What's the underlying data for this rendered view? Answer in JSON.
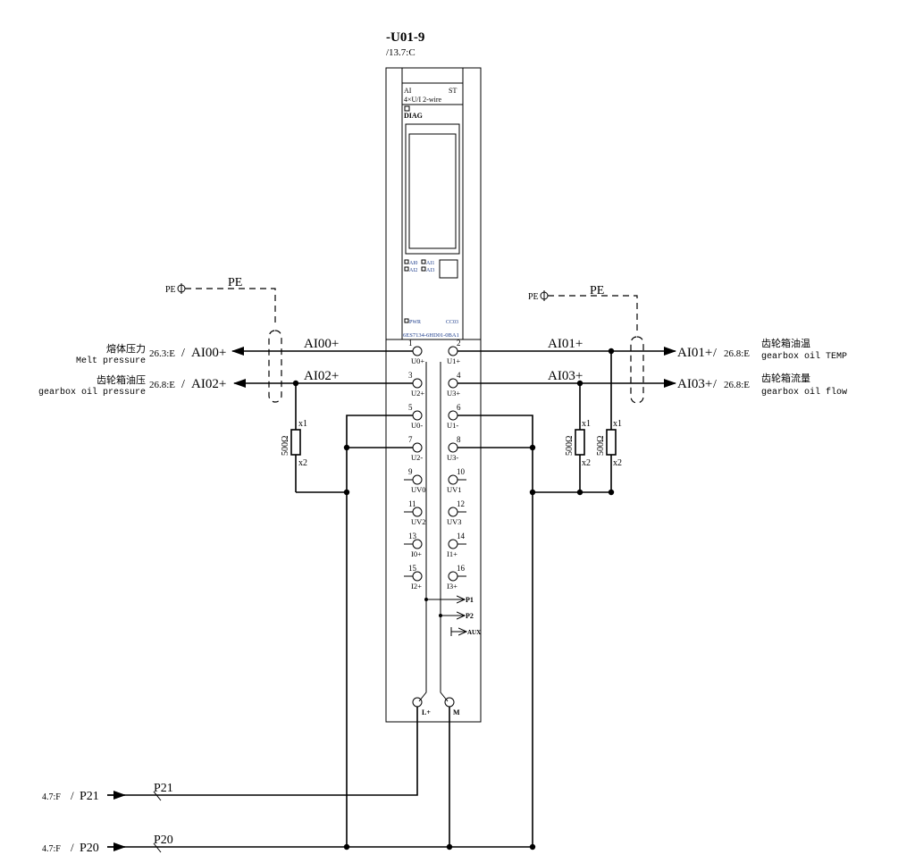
{
  "module": {
    "tag": "-U01-9",
    "ref": "/13.7:C",
    "type_line1": "AI",
    "type_line1_right": "ST",
    "type_line2": "4×U/I 2-wire",
    "diag": "DIAG",
    "leds": [
      "AI0",
      "AI1",
      "AI2",
      "AI3"
    ],
    "pwr": "PWR",
    "code": "CC03",
    "part_number": "6ES7134-6HD01-0BA1",
    "supply_left": "L+",
    "supply_right": "M",
    "bus": [
      "P1",
      "P2",
      "AUX"
    ]
  },
  "terminals": [
    {
      "num": "1",
      "label": "U0+"
    },
    {
      "num": "2",
      "label": "U1+"
    },
    {
      "num": "3",
      "label": "U2+"
    },
    {
      "num": "4",
      "label": "U3+"
    },
    {
      "num": "5",
      "label": "U0-"
    },
    {
      "num": "6",
      "label": "U1-"
    },
    {
      "num": "7",
      "label": "U2-"
    },
    {
      "num": "8",
      "label": "U3-"
    },
    {
      "num": "9",
      "label": "UV0"
    },
    {
      "num": "10",
      "label": "UV1"
    },
    {
      "num": "11",
      "label": "UV2"
    },
    {
      "num": "12",
      "label": "UV3"
    },
    {
      "num": "13",
      "label": "I0+"
    },
    {
      "num": "14",
      "label": "I1+"
    },
    {
      "num": "15",
      "label": "I2+"
    },
    {
      "num": "16",
      "label": "I3+"
    }
  ],
  "signals": {
    "ai00": {
      "wire": "AI00+",
      "ref": "26.3:E",
      "arrow": "AI00+",
      "cn": "熔体压力",
      "en": "Melt pressure"
    },
    "ai02": {
      "wire": "AI02+",
      "ref": "26.8:E",
      "arrow": "AI02+",
      "cn": "齿轮箱油压",
      "en": "gearbox oil pressure"
    },
    "ai01": {
      "wire": "AI01+",
      "ref": "26.8:E",
      "arrow": "AI01+",
      "cn": "齿轮箱油温",
      "en": "gearbox oil TEMP"
    },
    "ai03": {
      "wire": "AI03+",
      "ref": "26.8:E",
      "arrow": "AI03+",
      "cn": "齿轮箱流量",
      "en": "gearbox oil flow"
    }
  },
  "resistor": {
    "value": "500Ω",
    "x1": "x1",
    "x2": "x2"
  },
  "pe": {
    "symbol": "PE",
    "label": "PE"
  },
  "power": {
    "p21": {
      "ref": "4.7:F",
      "name": "P21",
      "wire": "P21"
    },
    "p20": {
      "ref": "4.7:F",
      "name": "P20",
      "wire": "P20"
    }
  }
}
